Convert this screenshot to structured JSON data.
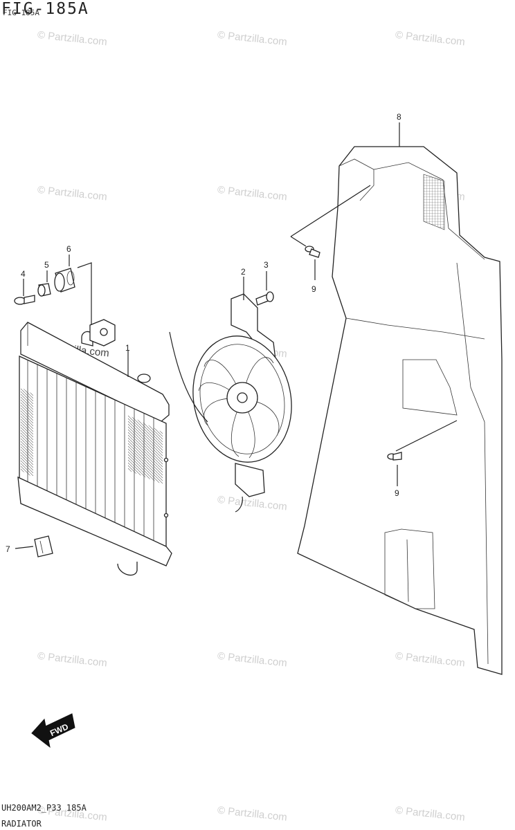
{
  "header": {
    "figure_title": "FIG-185A",
    "figure_title_small": "FIG-185A"
  },
  "footer": {
    "model_code": "UH200AM2_P33 185A",
    "section_name": "RADIATOR"
  },
  "watermark": {
    "text": "© Partzilla.com"
  },
  "callouts": {
    "c1": "1",
    "c2": "2",
    "c3": "3",
    "c4": "4",
    "c5": "5",
    "c6": "6",
    "c7": "7",
    "c8": "8",
    "c9a": "9",
    "c9b": "9"
  },
  "fwd_badge": {
    "label": "FWD"
  }
}
